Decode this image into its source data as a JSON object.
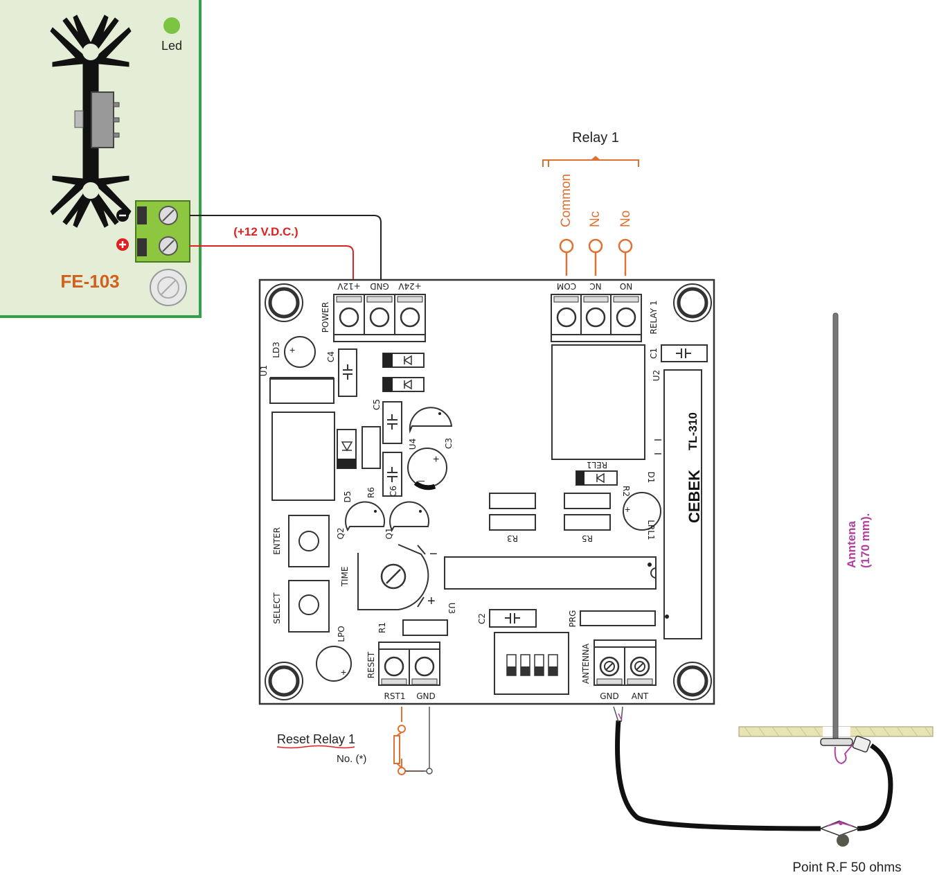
{
  "power_supply": {
    "model": "FE-103",
    "led_label": "Led",
    "plus_sign": "+",
    "minus_sign": "−"
  },
  "power_wire_label": "(+12 V.D.C.)",
  "relay_group": {
    "title": "Relay  1",
    "terminals": [
      "Common",
      "Nc",
      "No"
    ]
  },
  "board": {
    "brand": "CEBEK",
    "model": "TL-310",
    "power_block": {
      "label": "POWER",
      "pins": [
        "+12V",
        "GND",
        "+24V"
      ]
    },
    "relay_block": {
      "label": "RELAY 1",
      "pins": [
        "COM",
        "NC",
        "NO"
      ]
    },
    "reset_block": {
      "label": "RESET",
      "pins": [
        "RST1",
        "GND"
      ]
    },
    "antenna_block": {
      "label": "ANTENNA",
      "pins": [
        "GND",
        "ANT"
      ]
    },
    "buttons": [
      "ENTER",
      "SELECT"
    ],
    "pot_label": "TIME",
    "components": [
      "LD3",
      "U1",
      "C4",
      "C5",
      "U4",
      "C3",
      "D5",
      "R6",
      "C6",
      "Q2",
      "Q1",
      "R3",
      "R5",
      "D1",
      "R2",
      "LRL1",
      "REL1",
      "C1",
      "U2",
      "U3",
      "C2",
      "PRG",
      "R1",
      "LPO"
    ]
  },
  "reset_switch": {
    "label": "Reset Relay 1",
    "sublabel": "No. (*)"
  },
  "antenna": {
    "label_line1": "Anntena",
    "label_line2": "(170 mm)."
  },
  "rf_point_label": "Point R.F 50 ohms",
  "colors": {
    "psu_fill": "#e4edd6",
    "psu_border": "#35a04a",
    "terminal_green": "#8dc63f",
    "orange": "#e07030",
    "red_wire": "#e02020",
    "magenta": "#b040a0",
    "board_fill": "#ffffff",
    "heatsink": "#111111"
  }
}
